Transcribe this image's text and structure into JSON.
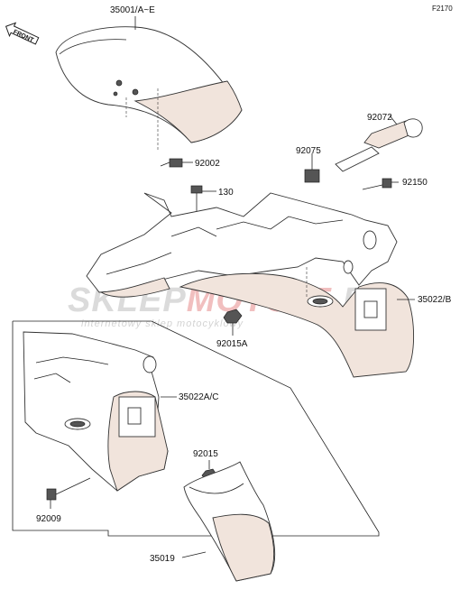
{
  "figure_code": "F2170",
  "front_label": "FRONT",
  "watermark": {
    "main_a": "SKLEP",
    "main_b": "MOTO",
    "main_c": "25",
    "main_d": ".PL",
    "sub": "internetowy sklep motocyklowy"
  },
  "parts": [
    {
      "id": "35001/A~E"
    },
    {
      "id": "92002"
    },
    {
      "id": "92072"
    },
    {
      "id": "92075"
    },
    {
      "id": "92150"
    },
    {
      "id": "130"
    },
    {
      "id": "35022/B"
    },
    {
      "id": "92015A"
    },
    {
      "id": "35022A/C"
    },
    {
      "id": "92015"
    },
    {
      "id": "92009"
    },
    {
      "id": "35019"
    }
  ],
  "colors": {
    "part_fill": "#f1e4dc",
    "line": "#222222",
    "watermark_red": "#e05050"
  }
}
